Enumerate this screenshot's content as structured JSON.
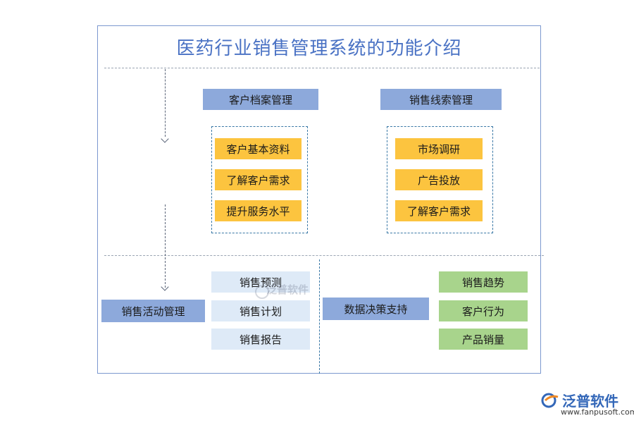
{
  "title": "医药行业销售管理系统的功能介绍",
  "customer_archive": {
    "header": "客户档案管理",
    "items": [
      "客户基本资料",
      "了解客户需求",
      "提升服务水平"
    ]
  },
  "sales_leads": {
    "header": "销售线索管理",
    "items": [
      "市场调研",
      "广告投放",
      "了解客户需求"
    ]
  },
  "sales_activity": {
    "header": "销售活动管理",
    "items": [
      "销售预测",
      "销售计划",
      "销售报告"
    ]
  },
  "decision_support": {
    "header": "数据决策支持",
    "items": [
      "销售趋势",
      "客户行为",
      "产品销量"
    ]
  },
  "watermark": "泛普软件",
  "logo": {
    "name": "泛普软件",
    "url": "www.fanpusoft.com"
  },
  "colors": {
    "title": "#4a72c4",
    "header_blue": "#8da9db",
    "item_orange": "#fcc43f",
    "item_lightblue": "#deeaf7",
    "item_green": "#a8d48c",
    "frame": "#7c98cf"
  }
}
